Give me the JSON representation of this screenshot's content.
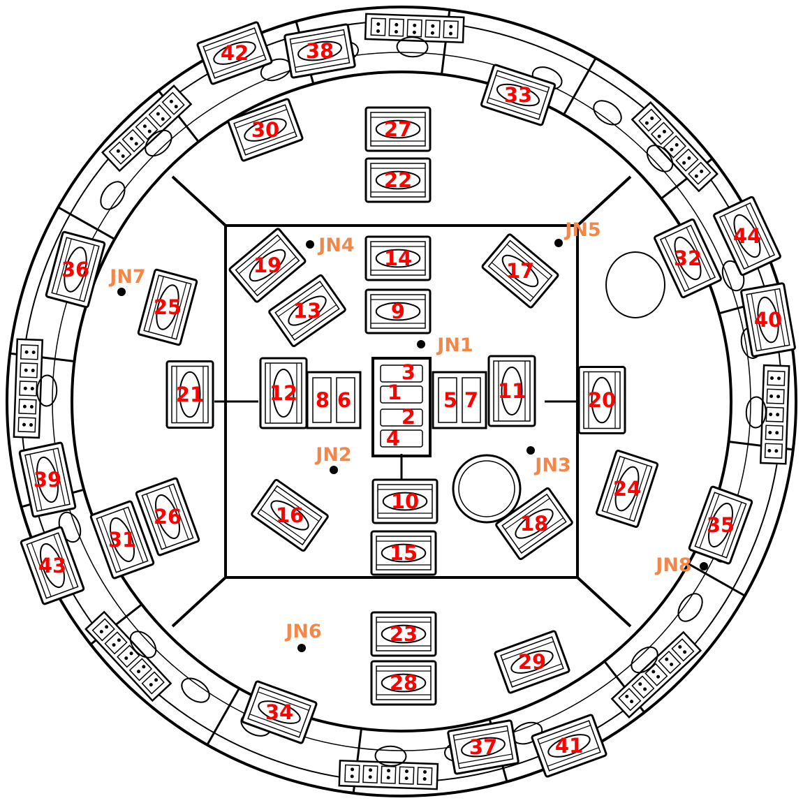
{
  "colors": {
    "stroke": "#000000",
    "background": "#ffffff",
    "cutter_label": "#ff0000",
    "junction_label": "#f2874a"
  },
  "cutters": [
    {
      "id": "1",
      "label": "1"
    },
    {
      "id": "2",
      "label": "2"
    },
    {
      "id": "3",
      "label": "3"
    },
    {
      "id": "4",
      "label": "4"
    },
    {
      "id": "5",
      "label": "5"
    },
    {
      "id": "6",
      "label": "6"
    },
    {
      "id": "7",
      "label": "7"
    },
    {
      "id": "8",
      "label": "8"
    },
    {
      "id": "9",
      "label": "9"
    },
    {
      "id": "10",
      "label": "10"
    },
    {
      "id": "11",
      "label": "11"
    },
    {
      "id": "12",
      "label": "12"
    },
    {
      "id": "13",
      "label": "13"
    },
    {
      "id": "14",
      "label": "14"
    },
    {
      "id": "15",
      "label": "15"
    },
    {
      "id": "16",
      "label": "16"
    },
    {
      "id": "17",
      "label": "17"
    },
    {
      "id": "18",
      "label": "18"
    },
    {
      "id": "19",
      "label": "19"
    },
    {
      "id": "20",
      "label": "20"
    },
    {
      "id": "21",
      "label": "21"
    },
    {
      "id": "22",
      "label": "22"
    },
    {
      "id": "23",
      "label": "23"
    },
    {
      "id": "24",
      "label": "24"
    },
    {
      "id": "25",
      "label": "25"
    },
    {
      "id": "26",
      "label": "26"
    },
    {
      "id": "27",
      "label": "27"
    },
    {
      "id": "28",
      "label": "28"
    },
    {
      "id": "29",
      "label": "29"
    },
    {
      "id": "30",
      "label": "30"
    },
    {
      "id": "31",
      "label": "31"
    },
    {
      "id": "32",
      "label": "32"
    },
    {
      "id": "33",
      "label": "33"
    },
    {
      "id": "34",
      "label": "34"
    },
    {
      "id": "35",
      "label": "35"
    },
    {
      "id": "36",
      "label": "36"
    },
    {
      "id": "37",
      "label": "37"
    },
    {
      "id": "38",
      "label": "38"
    },
    {
      "id": "39",
      "label": "39"
    },
    {
      "id": "40",
      "label": "40"
    },
    {
      "id": "41",
      "label": "41"
    },
    {
      "id": "42",
      "label": "42"
    },
    {
      "id": "43",
      "label": "43"
    },
    {
      "id": "44",
      "label": "44"
    }
  ],
  "junctions": [
    {
      "id": "JN1",
      "label": "JN1"
    },
    {
      "id": "JN2",
      "label": "JN2"
    },
    {
      "id": "JN3",
      "label": "JN3"
    },
    {
      "id": "JN4",
      "label": "JN4"
    },
    {
      "id": "JN5",
      "label": "JN5"
    },
    {
      "id": "JN6",
      "label": "JN6"
    },
    {
      "id": "JN7",
      "label": "JN7"
    },
    {
      "id": "JN8",
      "label": "JN8"
    }
  ]
}
